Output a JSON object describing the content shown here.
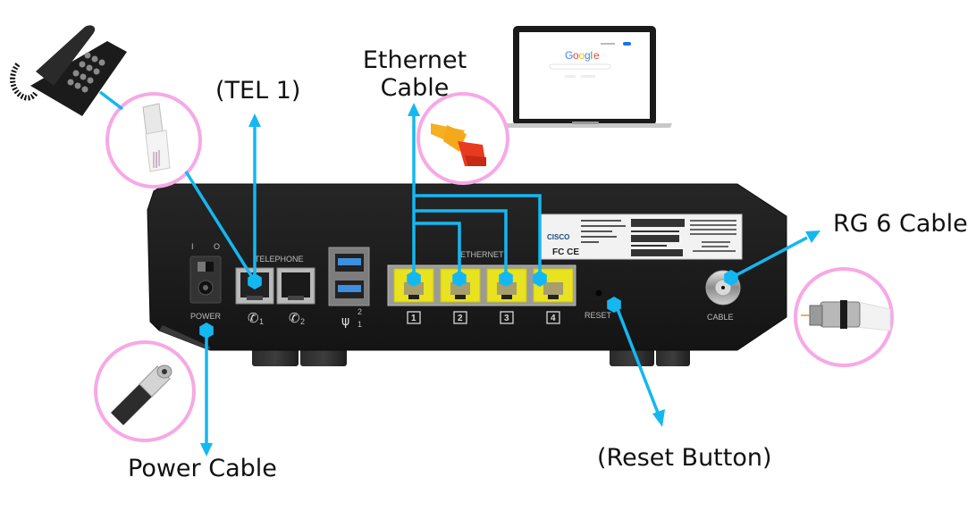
{
  "diagram": {
    "title": "Cable Modem Rear Panel Connections",
    "labels": {
      "tel1": "(TEL 1)",
      "ethernet_cable_line1": "Ethernet",
      "ethernet_cable_line2": "Cable",
      "rg6_cable": "RG 6 Cable",
      "power_cable": "Power Cable",
      "reset_button": "(Reset Button)"
    },
    "device": {
      "brand": "CISCO",
      "panel_labels": {
        "switch_on": "I",
        "switch_off": "O",
        "power": "POWER",
        "telephone": "TELEPHONE",
        "phone1_sub": "1",
        "phone2_sub": "2",
        "usb_top": "2",
        "usb_bottom": "1",
        "ethernet": "ETHERNET",
        "reset": "RESET",
        "cable": "CABLE",
        "fcc_marks": "FC CE"
      },
      "ethernet_ports": [
        "1",
        "2",
        "3",
        "4"
      ]
    },
    "laptop_screen": {
      "logo": "Google",
      "logo_colors": [
        "#4285F4",
        "#EA4335",
        "#FBBC05",
        "#4285F4",
        "#34A853",
        "#EA4335"
      ]
    },
    "colors": {
      "connector_line": "#13B8F2",
      "highlight_circle": "#F7A8E6",
      "device_body": "#1d1d1d",
      "ethernet_port": "#E8E21F"
    }
  }
}
